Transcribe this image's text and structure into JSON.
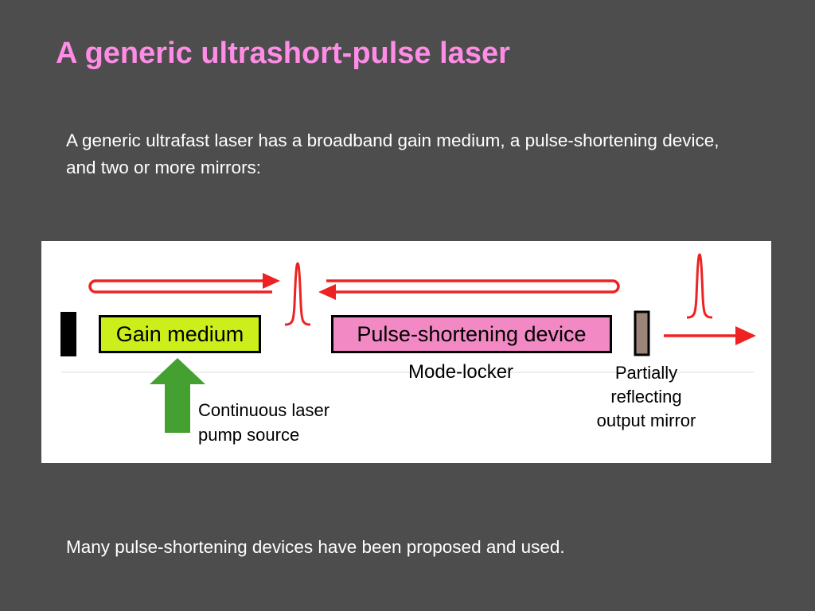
{
  "title": "A generic ultrashort-pulse laser",
  "intro": "A generic ultrafast laser has a broadband gain medium, a pulse-shortening device, and two or more mirrors:",
  "footer": "Many pulse-shortening devices have been proposed and used.",
  "diagram": {
    "gain_medium": "Gain medium",
    "pulse_shortening_device": "Pulse-shortening device",
    "mode_locker": "Mode-locker",
    "output_mirror": [
      "Partially",
      "reflecting",
      "output mirror"
    ],
    "pump_source": [
      "Continuous laser",
      "pump source"
    ]
  },
  "colors": {
    "title": "#ff8ce6",
    "background": "#4d4d4d",
    "beam": "#ee2222",
    "gain_fill": "#ccee1a",
    "pulse_fill": "#f288c4",
    "pump_arrow": "#44a030",
    "end_mirror": "#000000",
    "output_mirror": "#9b8579"
  }
}
